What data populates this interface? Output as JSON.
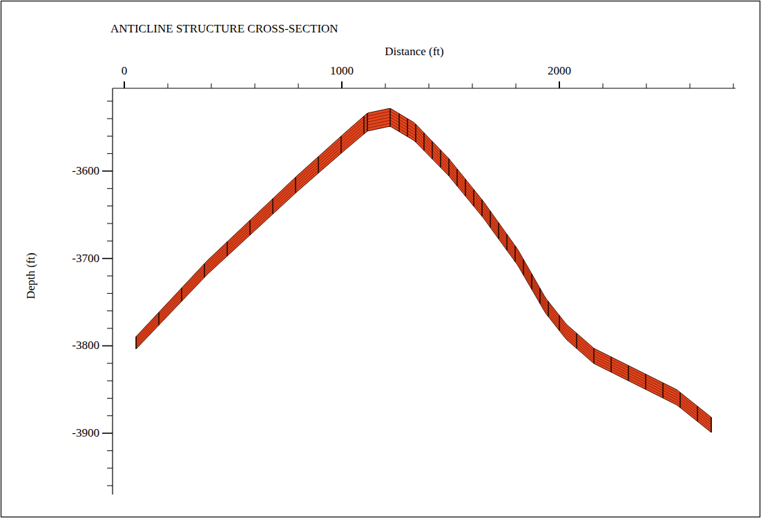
{
  "diagram": {
    "title": "ANTICLINE STRUCTURE CROSS-SECTION",
    "labels": [
      "Distance (ft)",
      "0",
      "1000",
      "2000",
      "Depth (ft)",
      "-3600",
      "-3700",
      "-3800",
      "-3900"
    ]
  }
}
